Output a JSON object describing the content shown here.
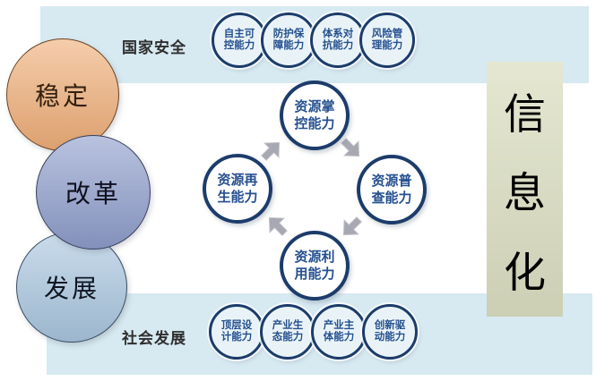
{
  "bands": {
    "top": {
      "label": "国家安全"
    },
    "bottom": {
      "label": "社会发展"
    }
  },
  "left_pillars": [
    {
      "label": "稳定"
    },
    {
      "label": "改革"
    },
    {
      "label": "发展"
    }
  ],
  "top_capabilities": [
    {
      "line1": "自主可",
      "line2": "控能力"
    },
    {
      "line1": "防护保",
      "line2": "障能力"
    },
    {
      "line1": "体系对",
      "line2": "抗能力"
    },
    {
      "line1": "风险管",
      "line2": "理能力"
    }
  ],
  "bottom_capabilities": [
    {
      "line1": "顶层设",
      "line2": "计能力"
    },
    {
      "line1": "产业生",
      "line2": "态能力"
    },
    {
      "line1": "产业主",
      "line2": "体能力"
    },
    {
      "line1": "创新驱",
      "line2": "动能力"
    }
  ],
  "cycle": {
    "top": {
      "line1": "资源掌",
      "line2": "控能力"
    },
    "right": {
      "line1": "资源普",
      "line2": "查能力"
    },
    "bottom": {
      "line1": "资源利",
      "line2": "用能力"
    },
    "left": {
      "line1": "资源再",
      "line2": "生能力"
    }
  },
  "right_panel": {
    "chars": [
      "信",
      "息",
      "化"
    ]
  },
  "colors": {
    "band_bg": "#D7E9F1",
    "circle_border_navy": "#1C3C6A",
    "circle_text_navy": "#25508F",
    "capability_fill": "#E9F3F7",
    "arrow_gray": "#A8A8B2",
    "stability_orange": "#EFAE78",
    "reform_blue": "#8E9DCB",
    "development_blue": "#A9C6DF",
    "info_panel_green": "#DCDFC2",
    "label_text": "#2E2E2E"
  }
}
